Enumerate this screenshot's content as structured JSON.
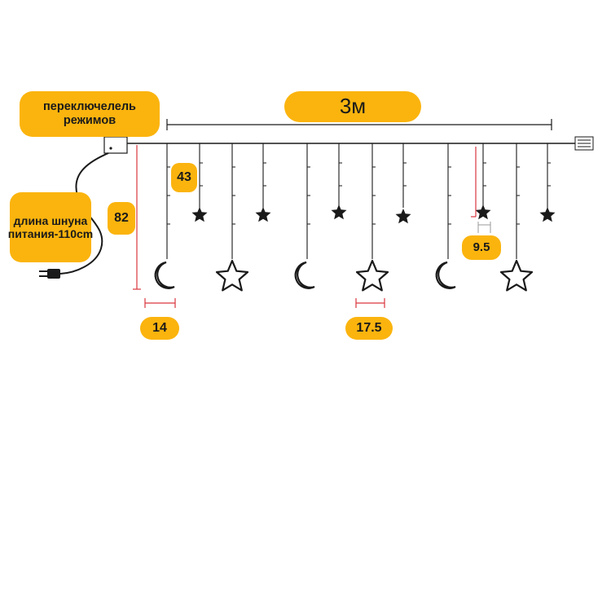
{
  "labels": {
    "mode_switch": "переключелель режимов",
    "cord_length": "длина шнуна питания-110cm",
    "total_length": "3м",
    "long_strand_height": "82",
    "short_strand_height": "43",
    "small_star_width": "9.5",
    "moon_width": "14",
    "large_star_width": "17.5"
  },
  "colors": {
    "accent": "#fbb40e",
    "measure": "#d9363e",
    "line": "#1a1a1a"
  },
  "pendants": {
    "long_strand_icons": [
      "moon-icon",
      "star-outline-icon",
      "moon-icon",
      "star-outline-icon",
      "moon-icon",
      "star-outline-icon"
    ],
    "short_strand_icons": [
      "star-filled-icon",
      "star-filled-icon",
      "star-filled-icon",
      "star-filled-icon",
      "star-filled-icon",
      "star-filled-icon"
    ]
  }
}
